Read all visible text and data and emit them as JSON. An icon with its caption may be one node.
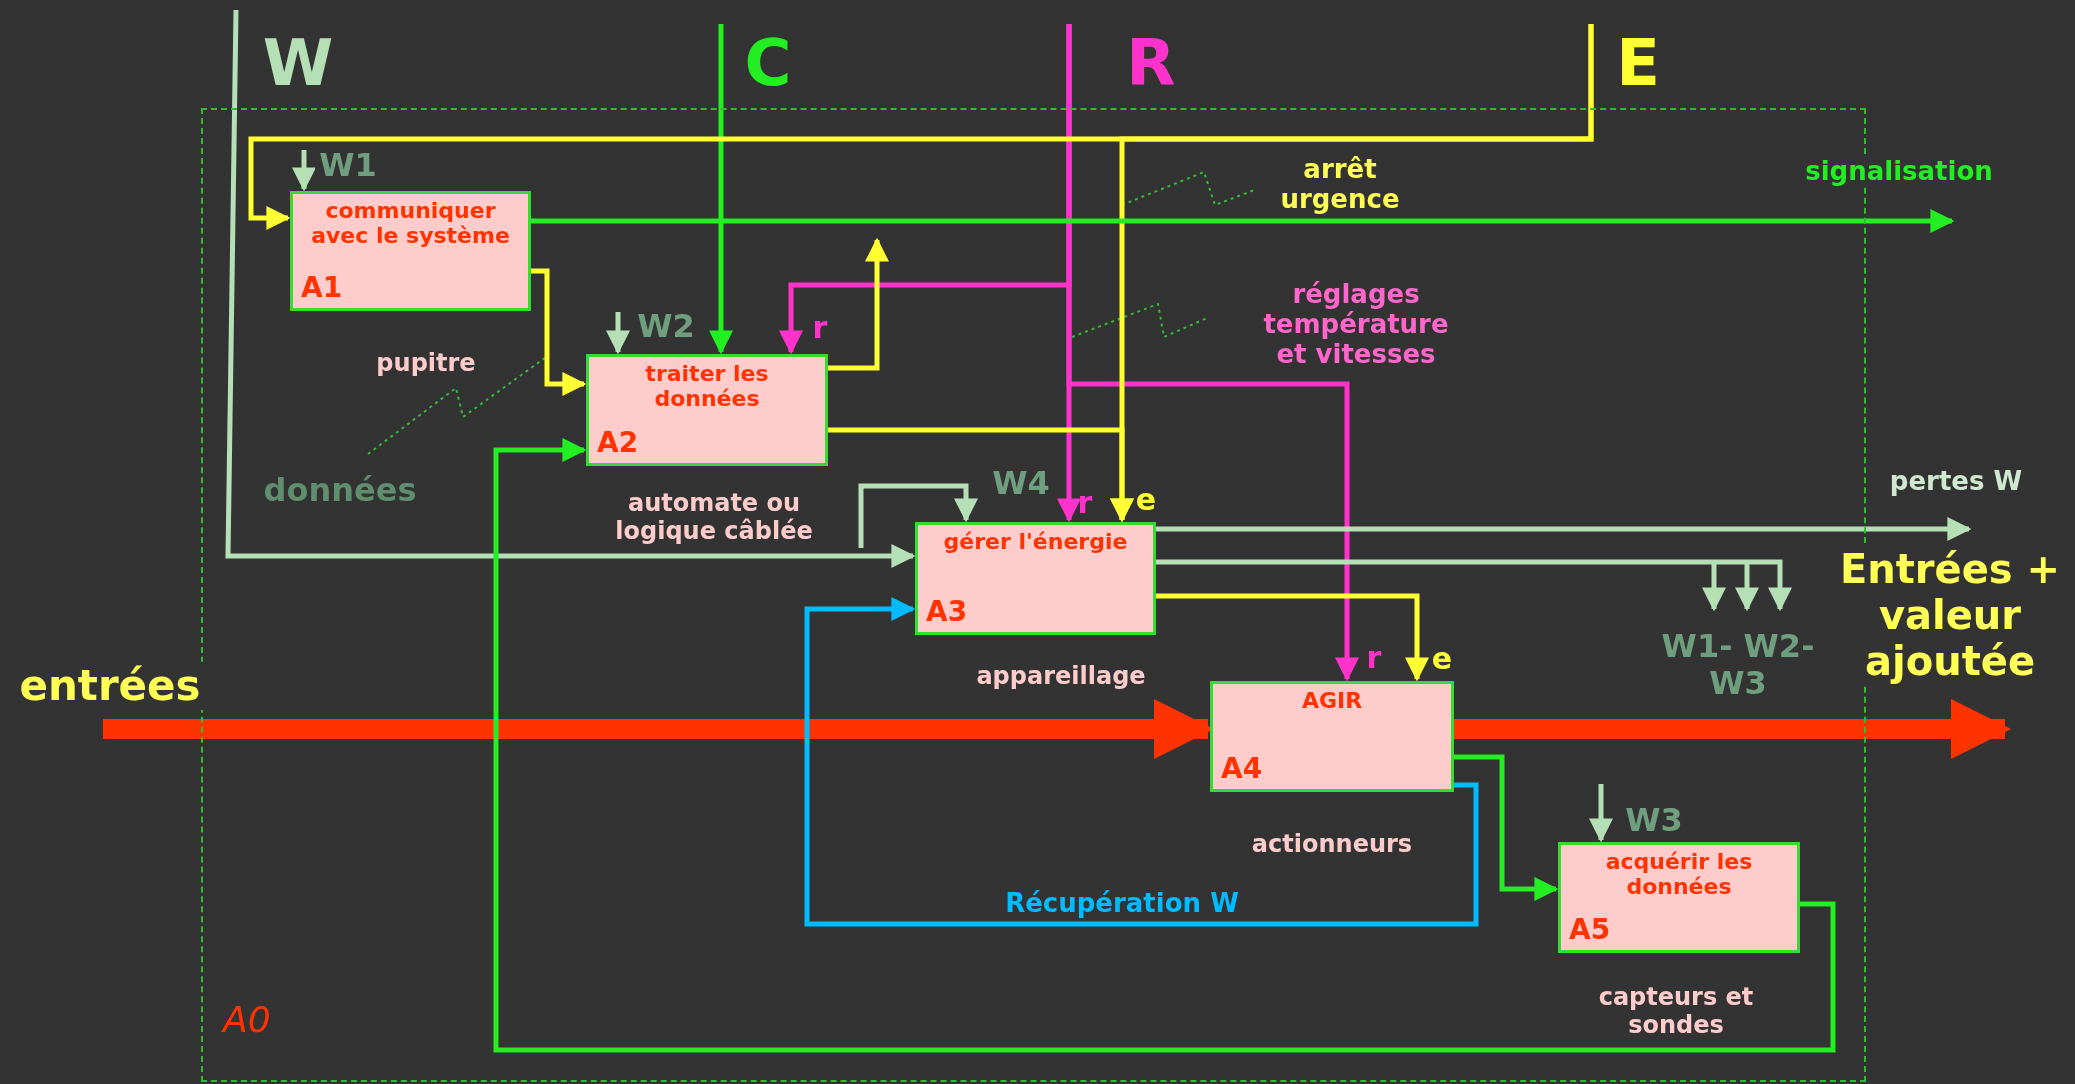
{
  "diagram": {
    "nodes": [
      {
        "text": [
          "A0"
        ]
      },
      {
        "text": [
          "communiquer avec le système",
          "A1"
        ],
        "beside": [
          "pupitre"
        ],
        "in": 0
      },
      {
        "text": [
          "traiter les données",
          "A2"
        ],
        "beside": [
          "automate ou logique câblée"
        ],
        "in": 0
      },
      {
        "text": [
          "gérer l'énergie",
          "A3"
        ],
        "beside": [
          "appareillage"
        ],
        "in": 0
      },
      {
        "text": [
          "AGIR",
          "A4"
        ],
        "beside": [
          "actionneurs"
        ],
        "in": 0
      },
      {
        "text": [
          "acquérir les données",
          "A5"
        ],
        "beside": [
          "capteurs et sondes"
        ],
        "in": 0
      }
    ],
    "edges": [
      {
        "from": null,
        "to": 3,
        "arrow": "to",
        "label": "W",
        "color": "#b5e0b5"
      },
      {
        "from": null,
        "to": 2,
        "arrow": "to",
        "label": "C",
        "color": "#22ee22"
      },
      {
        "from": null,
        "to": 3,
        "arrow": "to",
        "label": "R",
        "color": "#ff33cc"
      },
      {
        "from": null,
        "to": 2,
        "arrow": "to",
        "color": "#ff33cc"
      },
      {
        "from": null,
        "to": 4,
        "arrow": "to",
        "color": "#ff33cc"
      },
      {
        "from": null,
        "to": 1,
        "arrow": "to",
        "label": "E",
        "color": "#ffff33"
      },
      {
        "from": null,
        "to": 3,
        "arrow": "to",
        "color": "#ffff33"
      },
      {
        "from": 1,
        "to": 2,
        "arrow": "to",
        "color": "#ffff33"
      },
      {
        "from": 2,
        "to": null,
        "arrow": "to",
        "color": "#ffff33"
      },
      {
        "from": 2,
        "to": 3,
        "arrow": "to",
        "color": "#ffff33"
      },
      {
        "from": 3,
        "to": 4,
        "arrow": "to",
        "color": "#ffff33"
      },
      {
        "from": 1,
        "to": null,
        "arrow": "to",
        "label": "signalisation",
        "color": "#22ee22"
      },
      {
        "from": 3,
        "to": null,
        "arrow": "to",
        "label": "pertes W",
        "color": "#b5e0b5"
      },
      {
        "from": 3,
        "to": null,
        "arrow": "to",
        "label": "W1- W2-W3",
        "color": "#b5e0b5"
      },
      {
        "from": null,
        "to": 1,
        "arrow": "to",
        "label": "W1",
        "color": "#b5e0b5"
      },
      {
        "from": null,
        "to": 2,
        "arrow": "to",
        "label": "W2",
        "color": "#b5e0b5"
      },
      {
        "from": null,
        "to": 3,
        "arrow": "to",
        "label": "W4",
        "color": "#b5e0b5"
      },
      {
        "from": null,
        "to": 5,
        "arrow": "to",
        "label": "W3",
        "color": "#b5e0b5"
      },
      {
        "from": null,
        "to": 4,
        "arrow": "to",
        "label": "entrées",
        "style": "thick",
        "color": "#ff3300"
      },
      {
        "from": 4,
        "to": null,
        "arrow": "to",
        "label": "Entrées + valeur ajoutée",
        "style": "thick",
        "color": "#ff3300"
      },
      {
        "from": 4,
        "to": 5,
        "arrow": "to",
        "color": "#22ee22"
      },
      {
        "from": 4,
        "to": 3,
        "arrow": "to",
        "label": "Récupération W",
        "color": "#00bbff"
      },
      {
        "from": 5,
        "to": 2,
        "arrow": "to",
        "color": "#22ee22"
      }
    ],
    "labels": [
      "arrêt urgence",
      "réglages température et vitesses",
      "données",
      "r",
      "r",
      "r",
      "e",
      "e"
    ]
  }
}
